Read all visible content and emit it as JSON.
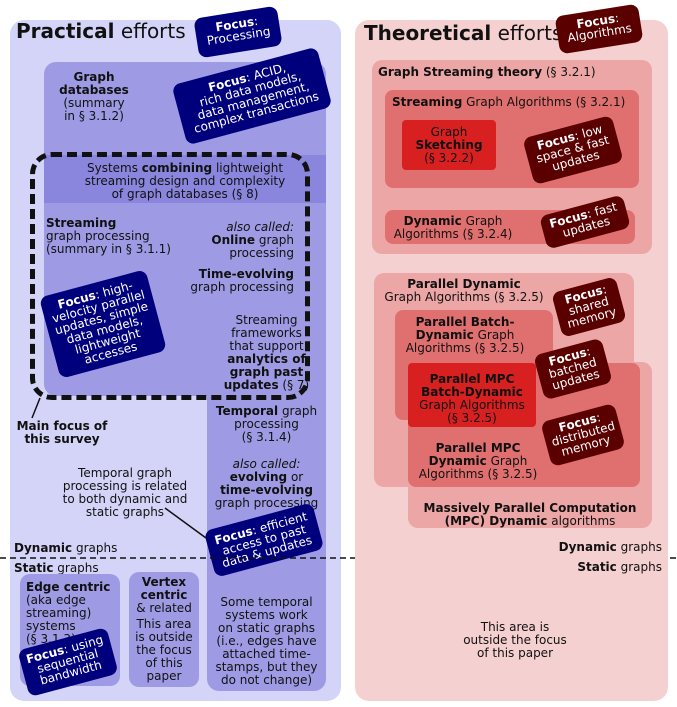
{
  "practical": {
    "title_bold": "Practical",
    "title_rest": " efforts",
    "focus": {
      "label": "Focus",
      "sep": ":",
      "l1": "",
      "l2": "Processing"
    }
  },
  "theoretical": {
    "title_bold": "Theoretical",
    "title_rest": " efforts",
    "focus": {
      "label": "Focus",
      "sep": ":",
      "l2": "Algorithms"
    }
  },
  "graph_db": {
    "l1": "Graph",
    "l2": "databases",
    "l3": "(summary",
    "l4": "in § 3.1.2)",
    "focus": {
      "label": "Focus",
      "l1": ": ACID,",
      "l2": "rich data models,",
      "l3": "data management,",
      "l4": "complex transactions"
    }
  },
  "combining": {
    "l1": "Systems ",
    "l1b": "combining",
    "l1c": " lightweight",
    "l2": "streaming design and complexity",
    "l3": "of graph databases (§ 8)"
  },
  "streaming": {
    "l1": "Streaming",
    "l2": "graph processing",
    "l3": "(summary in § 3.1.1)",
    "also": "also called:",
    "online": "Online",
    "online_rest": " graph",
    "processing": "processing",
    "time_evolving": "Time-evolving",
    "te_rest": "graph processing",
    "focus": {
      "label": "Focus",
      "l1": ": high-",
      "l2": "velocity parallel",
      "l3": "updates, simple",
      "l4": "data models,",
      "l5": "lightweight",
      "l6": "accesses"
    }
  },
  "frameworks": {
    "l1": "Streaming",
    "l2": "frameworks",
    "l3": "that support",
    "l4": "analytics of",
    "l5": "graph past",
    "l6": "updates",
    "l6r": " (§ 7)"
  },
  "main_focus": {
    "l1": "Main focus of",
    "l2": "this survey"
  },
  "temporal": {
    "l1": "Temporal",
    "l1r": " graph",
    "l2": "processing",
    "l3": "(§ 3.1.4)",
    "also": "also called:",
    "evolving": "evolving",
    "or": " or",
    "time_evolving": "time-evolving",
    "gp": "graph processing",
    "focus": {
      "label": "Focus",
      "l1": ": efficient",
      "l2": "access to past",
      "l3": "data & updates"
    }
  },
  "temporal_note": {
    "l1": "Temporal graph",
    "l2": "processing is related",
    "l3": "to both dynamic and",
    "l4": "static graphs"
  },
  "divider": {
    "dynamic_left": "Dynamic",
    "graphs": " graphs",
    "static_left": "Static",
    "dynamic_right": "Dynamic",
    "static_right": "Static"
  },
  "edge_centric": {
    "l1": "Edge centric",
    "l2": "(aka edge",
    "l3": "streaming)",
    "l4": "systems",
    "l5": "(§ 3.1.3)",
    "focus": {
      "label": "Focus",
      "l1": ": using",
      "l2": "sequential",
      "l3": "bandwidth"
    }
  },
  "vertex_centric": {
    "l1": "Vertex",
    "l2": "centric",
    "l3": "& related",
    "l4": "This area",
    "l5": "is outside",
    "l6": "the focus",
    "l7": "of this",
    "l8": "paper"
  },
  "temporal_static": {
    "l1": "Some temporal",
    "l2": "systems work",
    "l3": "on static graphs",
    "l4": "(i.e., edges have",
    "l5": "attached time-",
    "l6": "stamps, but they",
    "l7": "do not change)"
  },
  "stream_theory": {
    "title": "Graph Streaming theory",
    "ref": " (§ 3.2.1)",
    "streaming_alg": "Streaming",
    "streaming_alg_rest": " Graph Algorithms (§ 3.2.1)",
    "sketch_l1": "Graph",
    "sketch_l2": "Sketching",
    "sketch_l3": "(§ 3.2.2)",
    "focus1": {
      "label": "Focus",
      "l1": ": low",
      "l2": "space & fast",
      "l3": "updates"
    },
    "dynamic_l1": "Dynamic",
    "dynamic_l1r": " Graph",
    "dynamic_l2": "Algorithms (§ 3.2.4)",
    "focus2": {
      "label": "Focus",
      "l1": ": fast",
      "l2": "updates"
    }
  },
  "parallel": {
    "pd_l1": "Parallel Dynamic",
    "pd_l2": "Graph Algorithms (§ 3.2.5)",
    "focus_mem": {
      "label": "Focus",
      "l1": ":",
      "l2": "shared",
      "l3": "memory"
    },
    "pbd_l1": "Parallel Batch-",
    "pbd_l2": "Dynamic",
    "pbd_l2r": " Graph",
    "pbd_l3": "Algorithms (§ 3.2.5)",
    "pmpc_l1": "Parallel MPC",
    "pmpc_l2": "Batch-Dynamic",
    "pmpc_l3": "Graph Algorithms",
    "pmpc_l4": "(§ 3.2.5)",
    "focus_batch": {
      "label": "Focus",
      "l1": ":",
      "l2": "batched",
      "l3": "updates"
    },
    "mpcd_l1": "Parallel MPC",
    "mpcd_l2": "Dynamic",
    "mpcd_l2r": " Graph",
    "mpcd_l3": "Algorithms (§ 3.2.5)",
    "focus_dist": {
      "label": "Focus",
      "l1": ":",
      "l2": "distributed",
      "l3": "memory"
    },
    "mpc_l1": "Massively Parallel Computation",
    "mpc_l2": "(MPC) Dynamic",
    "mpc_l2r": " algorithms"
  },
  "outside": {
    "l1": "This area is",
    "l2": "outside the focus",
    "l3": "of this paper"
  },
  "colors": {
    "left_panel": "#d4d4f8",
    "blue_mid": "#9e9be4",
    "blue_dark": "#8b86dd",
    "right_panel": "#f5d0d0",
    "red_light": "#eca6a6",
    "red_mid": "#e07070",
    "red_strong": "#d82020",
    "focus_blue": "#00007d",
    "focus_red": "#5a0000"
  }
}
